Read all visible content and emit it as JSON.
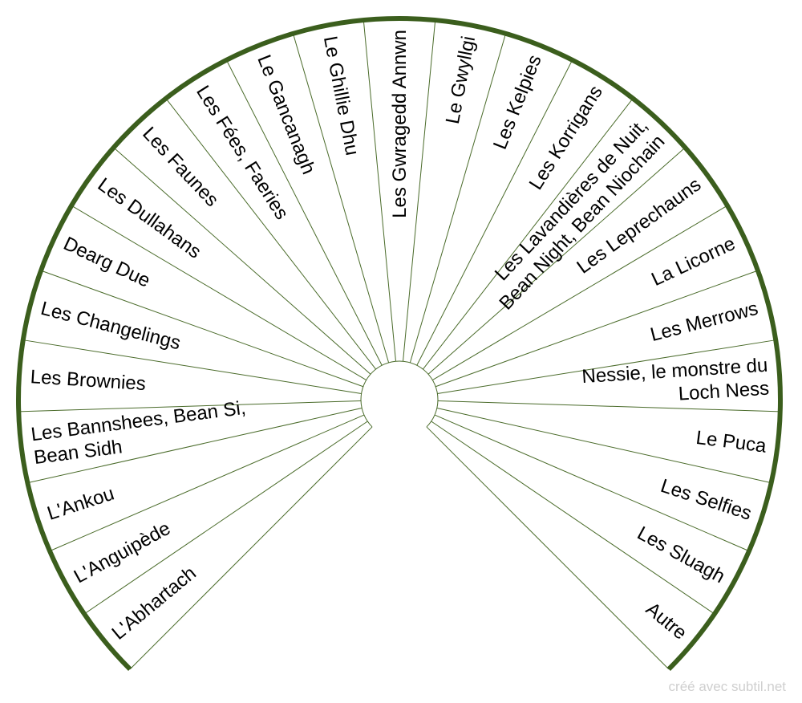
{
  "chart_data": {
    "type": "pie",
    "shape": "half-wheel",
    "start_angle_deg": 225,
    "end_angle_deg": 495,
    "segments": [
      {
        "lines": [
          "L'Abhartach"
        ]
      },
      {
        "lines": [
          "L'Anguipède"
        ]
      },
      {
        "lines": [
          "L'Ankou"
        ]
      },
      {
        "lines": [
          "Les Bannshees, Bean Si,",
          "Bean Sidh"
        ]
      },
      {
        "lines": [
          "Les Brownies"
        ]
      },
      {
        "lines": [
          "Les Changelings"
        ]
      },
      {
        "lines": [
          "Dearg Due"
        ]
      },
      {
        "lines": [
          "Les Dullahans"
        ]
      },
      {
        "lines": [
          "Les Faunes"
        ]
      },
      {
        "lines": [
          "Les Fées, Faeries"
        ]
      },
      {
        "lines": [
          "Le Gancanagh"
        ]
      },
      {
        "lines": [
          "Le Ghillie Dhu"
        ]
      },
      {
        "lines": [
          "Les Gwragedd Annwn"
        ]
      },
      {
        "lines": [
          "Le Gwyllgi"
        ]
      },
      {
        "lines": [
          "Les Kelpies"
        ]
      },
      {
        "lines": [
          "Les Korrigans"
        ]
      },
      {
        "lines": [
          "Les Lavandières de Nuit,",
          "Bean Night, Bean Niochain"
        ]
      },
      {
        "lines": [
          "Les Leprechauns"
        ]
      },
      {
        "lines": [
          "La Licorne"
        ]
      },
      {
        "lines": [
          "Les Merrows"
        ]
      },
      {
        "lines": [
          "Nessie, le monstre du",
          "Loch Ness"
        ]
      },
      {
        "lines": [
          "Le Puca"
        ]
      },
      {
        "lines": [
          "Les Selfies"
        ]
      },
      {
        "lines": [
          "Les Sluagh"
        ]
      },
      {
        "lines": [
          "Autre"
        ],
        "color": "#b03060"
      }
    ],
    "colors": {
      "rim": "#3b5e1d",
      "divider": "#4a6b2a",
      "label": "#000000"
    }
  },
  "credit": "créé avec subtil.net"
}
